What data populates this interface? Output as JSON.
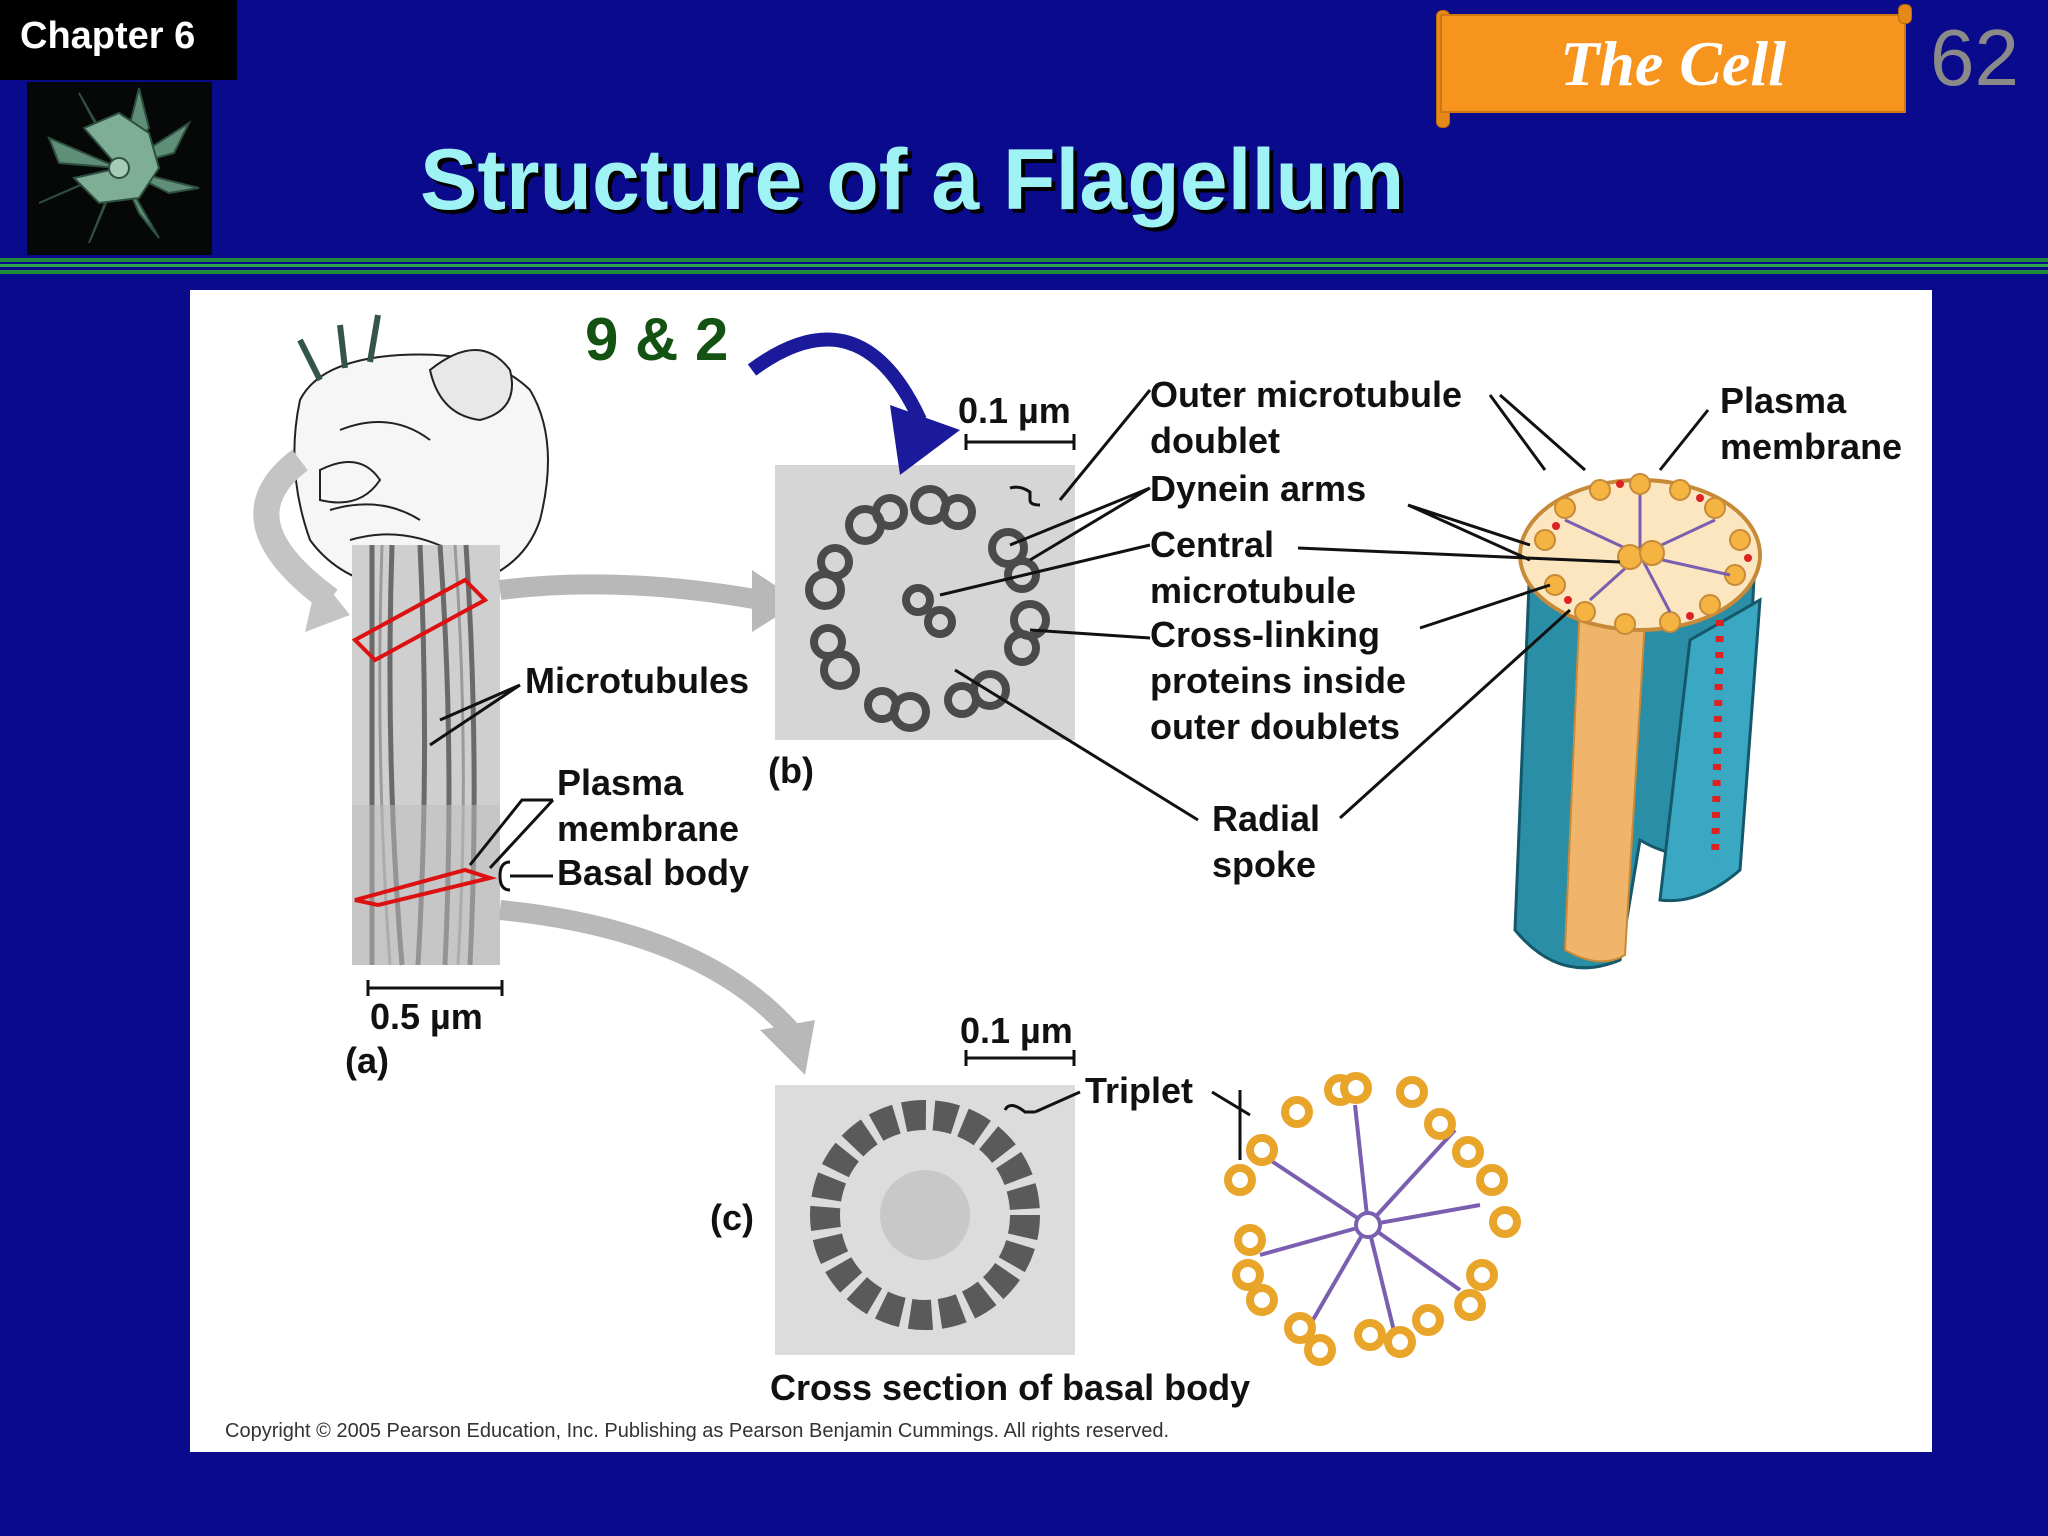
{
  "header": {
    "chapter": "Chapter 6",
    "banner": "The Cell",
    "slide_number": "62",
    "title": "Structure of a Flagellum"
  },
  "figure": {
    "annotation": "9 & 2",
    "panel_labels": {
      "a": "(a)",
      "b": "(b)",
      "c": "(c)"
    },
    "scale_bars": {
      "a": "0.5 µm",
      "b": "0.1 µm",
      "c": "0.1 µm"
    },
    "labels_a": {
      "microtubules": "Microtubules",
      "plasma_membrane_1": "Plasma",
      "plasma_membrane_2": "membrane",
      "basal_body": "Basal body"
    },
    "labels_b": {
      "outer_doublet_1": "Outer microtubule",
      "outer_doublet_2": "doublet",
      "dynein": "Dynein arms",
      "central_1": "Central",
      "central_2": "microtubule",
      "crosslink_1": "Cross-linking",
      "crosslink_2": "proteins inside",
      "crosslink_3": "outer doublets",
      "radial_1": "Radial",
      "radial_2": "spoke",
      "membrane_1": "Plasma",
      "membrane_2": "membrane"
    },
    "labels_c": {
      "triplet": "Triplet",
      "caption": "Cross section of basal body"
    },
    "copyright": "Copyright © 2005 Pearson Education, Inc. Publishing as Pearson Benjamin Cummings. All rights reserved."
  },
  "colors": {
    "background": "#0a0a8c",
    "title": "#9ff3f5",
    "banner": "#f7941d",
    "annotation": "#145214",
    "arrow": "#1a1a9a",
    "rule": "#1f8a3c"
  }
}
